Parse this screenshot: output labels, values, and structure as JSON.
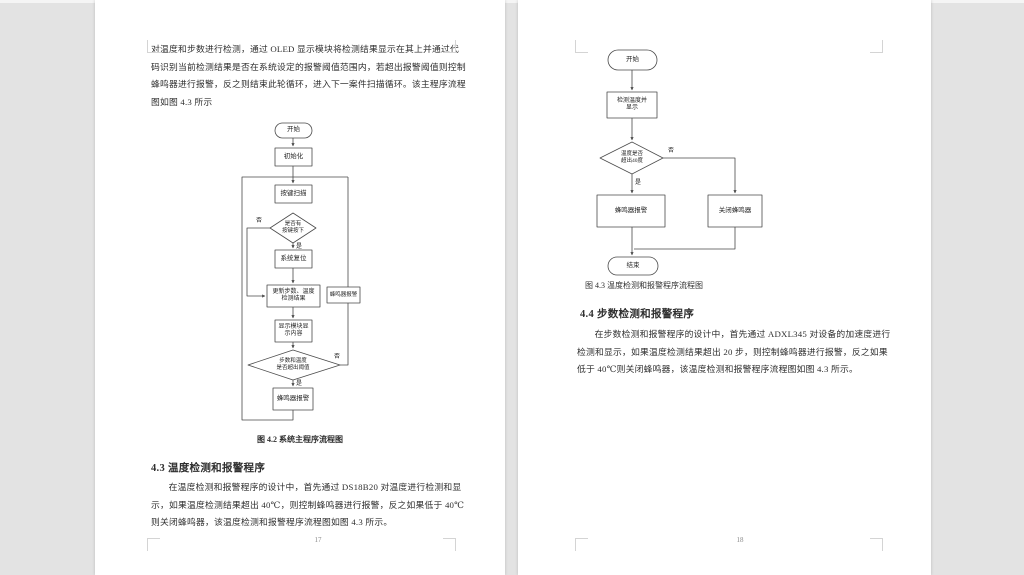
{
  "canvas": {
    "background_color": "#e3e3e3",
    "page_color": "#ffffff",
    "text_color": "#2f2f2f",
    "line_color": "#4a4a4a"
  },
  "left_page": {
    "page_number": "17",
    "intro_lines": [
      "对温度和步数进行检测，通过 OLED 显示模块将检测结果显示在其上并通过代",
      "码识别当前检测结果是否在系统设定的报警阈值范围内，若超出报警阈值则控制",
      "蜂鸣器进行报警，反之则结束此轮循环，进入下一案件扫描循环。该主程序流程",
      "图如图 4.3 所示"
    ],
    "flowchart": {
      "caption": "图 4.2  系统主程序流程图",
      "start": "开始",
      "init": "初始化",
      "key_scan": "按键扫描",
      "key_decision_line1": "是否有",
      "key_decision_line2": "按键按下",
      "reset": "系统复位",
      "update_line1": "更新步数、温度",
      "update_line2": "检测结果",
      "buzzer_side": "蜂鸣器报警",
      "display_line1": "显示模块显",
      "display_line2": "示内容",
      "threshold_line1": "步数和温度",
      "threshold_line2": "是否超出阈值",
      "buzzer_bottom": "蜂鸣器报警",
      "yes1": "是",
      "no1": "否",
      "yes2": "是",
      "no2": "否"
    },
    "section_heading": "4.3  温度检测和报警程序",
    "section_lines": [
      "在温度检测和报警程序的设计中，首先通过 DS18B20 对温度进行检测和显",
      "示，如果温度检测结果超出 40℃，则控制蜂鸣器进行报警，反之如果低于 40℃",
      "则关闭蜂鸣器，该温度检测和报警程序流程图如图 4.3 所示。"
    ]
  },
  "right_page": {
    "page_number": "18",
    "flowchart": {
      "caption": "图 4.3  温度检测和报警程序流程图",
      "start": "开始",
      "detect_line1": "检测温度并",
      "detect_line2": "显示",
      "decision_line1": "温度是否",
      "decision_line2": "超出40度",
      "buzzer": "蜂鸣器报警",
      "close_buzzer": "关闭蜂鸣器",
      "end": "结束",
      "yes": "是",
      "no": "否"
    },
    "section_heading": "4.4  步数检测和报警程序",
    "section_lines": [
      "在步数检测和报警程序的设计中，首先通过 ADXL345 对设备的加速度进行",
      "检测和显示，如果温度检测结果超出 20 步，则控制蜂鸣器进行报警，反之如果",
      "低于 40℃则关闭蜂鸣器，该温度检测和报警程序流程图如图 4.3 所示。"
    ]
  }
}
